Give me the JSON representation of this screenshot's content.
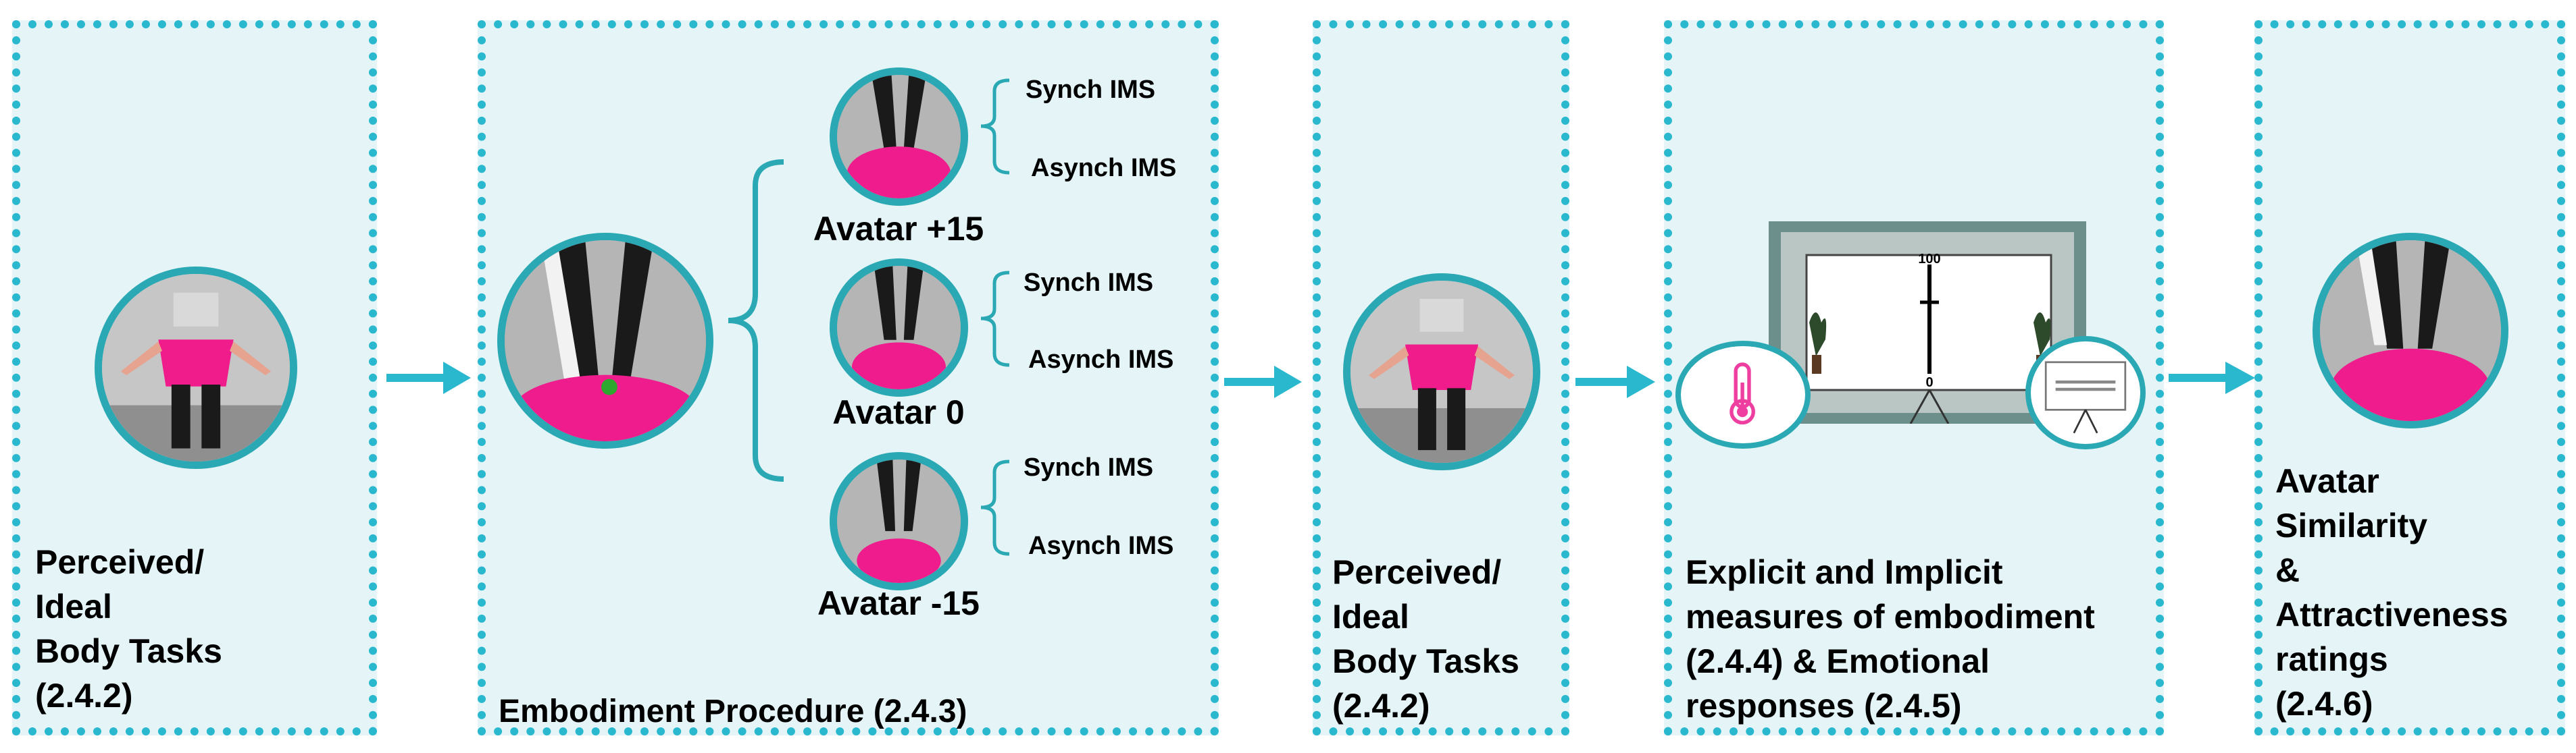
{
  "panels": {
    "p1": {
      "lines": [
        "Perceived/",
        "Ideal",
        "Body Tasks",
        "(2.4.2)"
      ]
    },
    "p2": {
      "title": "Embodiment Procedure (2.4.3)"
    },
    "p3": {
      "lines": [
        "Perceived/",
        "Ideal",
        "Body Tasks",
        "(2.4.2)"
      ]
    },
    "p4": {
      "lines": [
        "Explicit and Implicit",
        "measures of embodiment",
        "(2.4.4) & Emotional",
        "responses (2.4.5)"
      ]
    },
    "p5": {
      "lines": [
        "Avatar",
        "Similarity",
        "&",
        "Attractiveness",
        "ratings",
        "(2.4.6)"
      ]
    }
  },
  "avatars": [
    {
      "label": "Avatar +15",
      "synch": "Synch IMS",
      "asynch": "Asynch IMS"
    },
    {
      "label": "Avatar 0",
      "synch": "Synch IMS",
      "asynch": "Asynch IMS"
    },
    {
      "label": "Avatar -15",
      "synch": "Synch IMS",
      "asynch": "Asynch IMS"
    }
  ],
  "scale": {
    "top": "100",
    "bottom": "0"
  },
  "colors": {
    "accent": "#2ab8cf",
    "panel_bg": "#e4f4f7",
    "shirt": "#f01c8c",
    "circle_border": "#2aa9b4"
  },
  "icons": [
    "person-standing-icon",
    "legs-view-icon",
    "arrow-right-icon",
    "brace-icon",
    "thermometer-icon",
    "rating-screen-icon"
  ]
}
